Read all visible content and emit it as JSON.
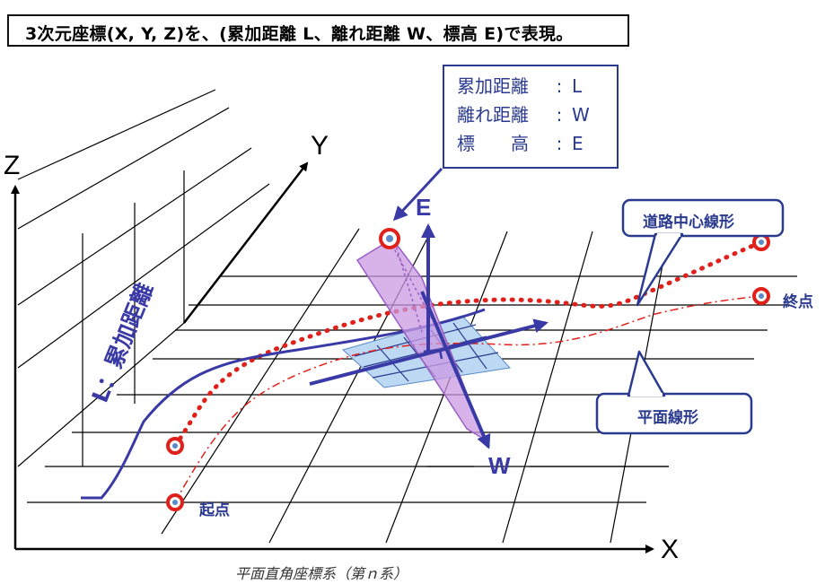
{
  "title": "3次元座標(X, Y, Z)を、(累加距離 L、離れ距離 W、標高 E)で表現。",
  "callout": {
    "rows": [
      {
        "key": "累加距離",
        "sep": ":",
        "val": "L"
      },
      {
        "key": "離れ距離",
        "sep": ":",
        "val": "W"
      },
      {
        "key": "標　　高",
        "sep": ":",
        "val": "E"
      }
    ]
  },
  "axes": {
    "x": "X",
    "y": "Y",
    "z": "Z"
  },
  "vectors": {
    "e": "E",
    "w": "W"
  },
  "cumulative_label": "L：累加距離",
  "points": {
    "start": "起点",
    "end": "終点"
  },
  "tags": {
    "road_center": "道路中心線形",
    "plane": "平面線形"
  },
  "caption": "平面直角座標系（第ｎ系）",
  "colors": {
    "navy": "#2a3a8f",
    "vector": "#3a3aa6",
    "red": "#e0201a",
    "magenta": "#b87fd6",
    "grid_fill": "#bcd8f2"
  }
}
